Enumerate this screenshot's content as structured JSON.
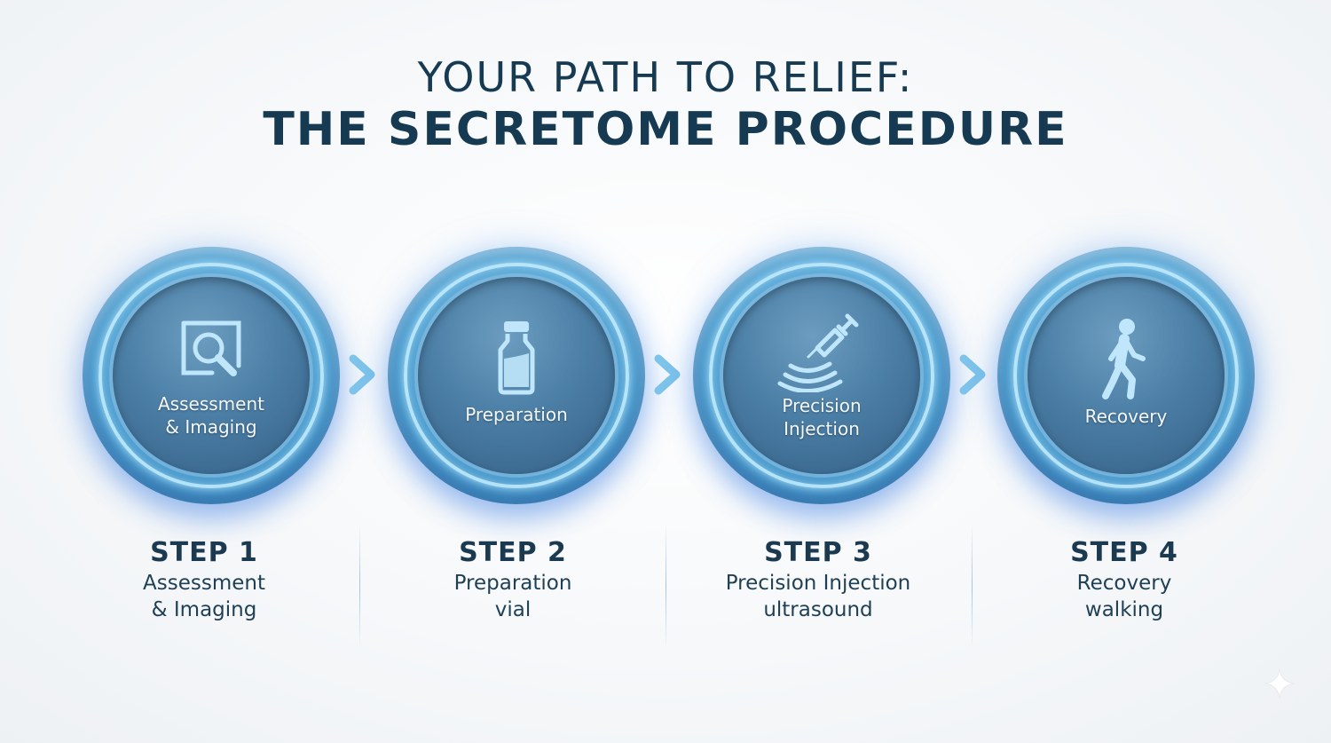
{
  "header": {
    "line1": "YOUR PATH TO RELIEF:",
    "line2": "THE SECRETOME PROCEDURE"
  },
  "colors": {
    "title": "#163a52",
    "disc_outer": "#4f9fd0",
    "disc_inner": "#4c7fa6",
    "icon": "#bfe6fb",
    "caption": "#1b3a50"
  },
  "steps": [
    {
      "number_label": "STEP 1",
      "disc_label_1": "Assessment",
      "disc_label_2": "& Imaging",
      "desc_1": "Assessment",
      "desc_2": "& Imaging",
      "icon": "magnifier-screen-icon"
    },
    {
      "number_label": "STEP 2",
      "disc_label_1": "Preparation",
      "disc_label_2": "",
      "desc_1": "Preparation",
      "desc_2": "vial",
      "icon": "vial-icon"
    },
    {
      "number_label": "STEP 3",
      "disc_label_1": "Precision",
      "disc_label_2": "Injection",
      "desc_1": "Precision Injection",
      "desc_2": "ultrasound",
      "icon": "syringe-ultrasound-icon"
    },
    {
      "number_label": "STEP 4",
      "disc_label_1": "Recovery",
      "disc_label_2": "",
      "desc_1": "Recovery",
      "desc_2": "walking",
      "icon": "walking-person-icon"
    }
  ]
}
